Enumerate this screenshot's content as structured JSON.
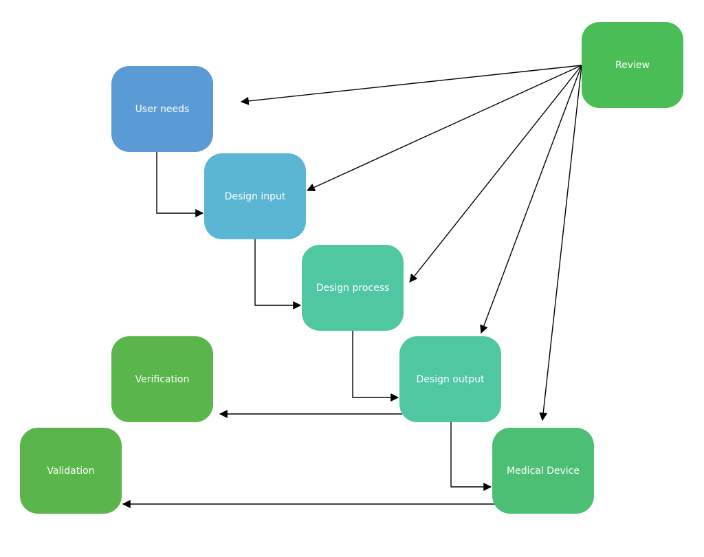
{
  "colors": {
    "user_needs": "#5b9bd5",
    "design_input": "#5ab6d3",
    "design_process": "#4fc7a0",
    "design_output": "#4fc7a0",
    "medical_device": "#4cbf75",
    "verification": "#5ab64a",
    "validation": "#5ab64a",
    "review": "#4bbd57",
    "edge": "#000000"
  },
  "nodes": {
    "user_needs": "User needs",
    "design_input": "Design input",
    "design_process": "Design process",
    "design_output": "Design output",
    "medical_device": "Medical Device",
    "verification": "Verification",
    "validation": "Validation",
    "review": "Review"
  }
}
